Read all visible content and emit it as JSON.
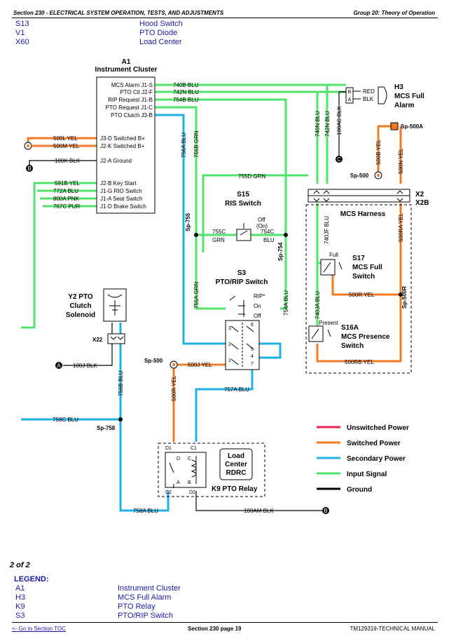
{
  "header": {
    "section": "Section 230 - ELECTRICAL SYSTEM OPERATION, TESTS, AND ADJUSTMENTS",
    "group": "Group 20: Theory of Operation"
  },
  "top_legend": [
    {
      "code": "S13",
      "desc": "Hood Switch"
    },
    {
      "code": "V1",
      "desc": "PTO Diode"
    },
    {
      "code": "X60",
      "desc": "Load Center"
    }
  ],
  "diagram": {
    "a1_id": "A1",
    "a1_name": "Instrument Cluster",
    "a1_pins_top": [
      "MCS Alarm  J1-S",
      "PTO Ctl  J2-F",
      "RIP Request  J1-B",
      "PTO Request  J1-C",
      "PTO Clutch  J3-B"
    ],
    "a1_pins_mid": [
      "J3-D  Switched B+",
      "J2-K  Switched B+",
      "J2-A  Ground"
    ],
    "a1_pins_bot": [
      "J2-B  Key Start",
      "J1-G  RIO Switch",
      "J1-A  Seat Switch",
      "J1-D  Brake Switch"
    ],
    "wires_top": [
      "740B BLU",
      "742N BLU",
      "754B BLU"
    ],
    "wires_left_mid": [
      "500L YEL",
      "500M YEL",
      "100K BLK"
    ],
    "wires_left_bot": [
      "591B YEL",
      "772A BLU",
      "800A PNK",
      "767C PUR"
    ],
    "h3_id": "H3",
    "h3_name1": "MCS Full",
    "h3_name2": "Alarm",
    "h3_pins": [
      "B",
      "A"
    ],
    "h3_wires": [
      "RED",
      "BLK"
    ],
    "sp500a": "Sp-500A",
    "vert_labels": [
      "740N BLU",
      "742N BLU",
      "100AC BLK",
      "500B YEL",
      "500N YEL",
      "756A BLU",
      "755B GRN",
      "755A GRN",
      "754A BLU",
      "740JF BLU",
      "740JA BLU",
      "500RA YEL",
      "756B BLU",
      "500R YEL"
    ],
    "sp500_top": "Sp-500",
    "x2": "X2",
    "x2b": "X2B",
    "mcs_harness": "MCS Harness",
    "w755d": "755D GRN",
    "s15_id": "S15",
    "s15_name": "RIS Switch",
    "s15_off": "Off",
    "s15_on": "(On)",
    "w755c": "755C",
    "w755c_col": "GRN",
    "w754c": "754C",
    "w754c_col": "BLU",
    "sp755": "Sp-755",
    "sp754": "Sp-754",
    "s3_id": "S3",
    "s3_name": "PTO/RIP Switch",
    "s3_pos": [
      "RIP*",
      "On",
      "Off"
    ],
    "s3_pins": [
      "6",
      "3",
      "2",
      "1",
      "5",
      "4",
      "7"
    ],
    "s17_id": "S17",
    "s17_name1": "MCS Full",
    "s17_name2": "Switch",
    "s17_full": "Full",
    "s16a_id": "S16A",
    "s16a_name1": "MCS Presence",
    "s16a_name2": "Switch",
    "s16a_present": "Present",
    "w500ryel": "500R YEL",
    "w500rbyel": "500RB YEL",
    "sp500r": "Sp-500R",
    "y2_id": "Y2 PTO",
    "y2_name1": "Clutch",
    "y2_name2": "Solenoid",
    "x22": "X22",
    "w100j": "100J  BLK",
    "sp500_mid": "Sp-500",
    "w500j": "500J YEL",
    "w757a": "757A BLU",
    "w758c": "758C BLU",
    "sp758": "Sp-758",
    "k9_pins": [
      "D1",
      "C1",
      "D",
      "C",
      "B",
      "A",
      "C2",
      "D2"
    ],
    "k9_lc1": "Load",
    "k9_lc2": "Center",
    "k9_lc3": "RDRC",
    "k9_name": "K9 PTO Relay",
    "w758a": "758A BLU",
    "w100am": "100AM  BLK",
    "node_labels": [
      "A",
      "B",
      "C",
      "B"
    ],
    "legend": [
      {
        "label": "Unswitched Power",
        "color": "#e8264f"
      },
      {
        "label": "Switched Power",
        "color": "#f07a22"
      },
      {
        "label": "Secondary Power",
        "color": "#1fb0e6"
      },
      {
        "label": "Input Signal",
        "color": "#52e46a"
      },
      {
        "label": "Ground",
        "color": "#000000"
      }
    ]
  },
  "page_marker": "2 of 2",
  "bottom_legend_title": "LEGEND:",
  "bottom_legend": [
    {
      "code": "A1",
      "desc": "Instrument Cluster"
    },
    {
      "code": "H3",
      "desc": "MCS Full Alarm"
    },
    {
      "code": "K9",
      "desc": "PTO Relay"
    },
    {
      "code": "S3",
      "desc": "PTO/RIP Switch"
    }
  ],
  "footer": {
    "toc_link": "<- Go to Section TOC",
    "page": "Section 230 page 19",
    "manual": "TM129319-TECHNICAL MANUAL"
  }
}
